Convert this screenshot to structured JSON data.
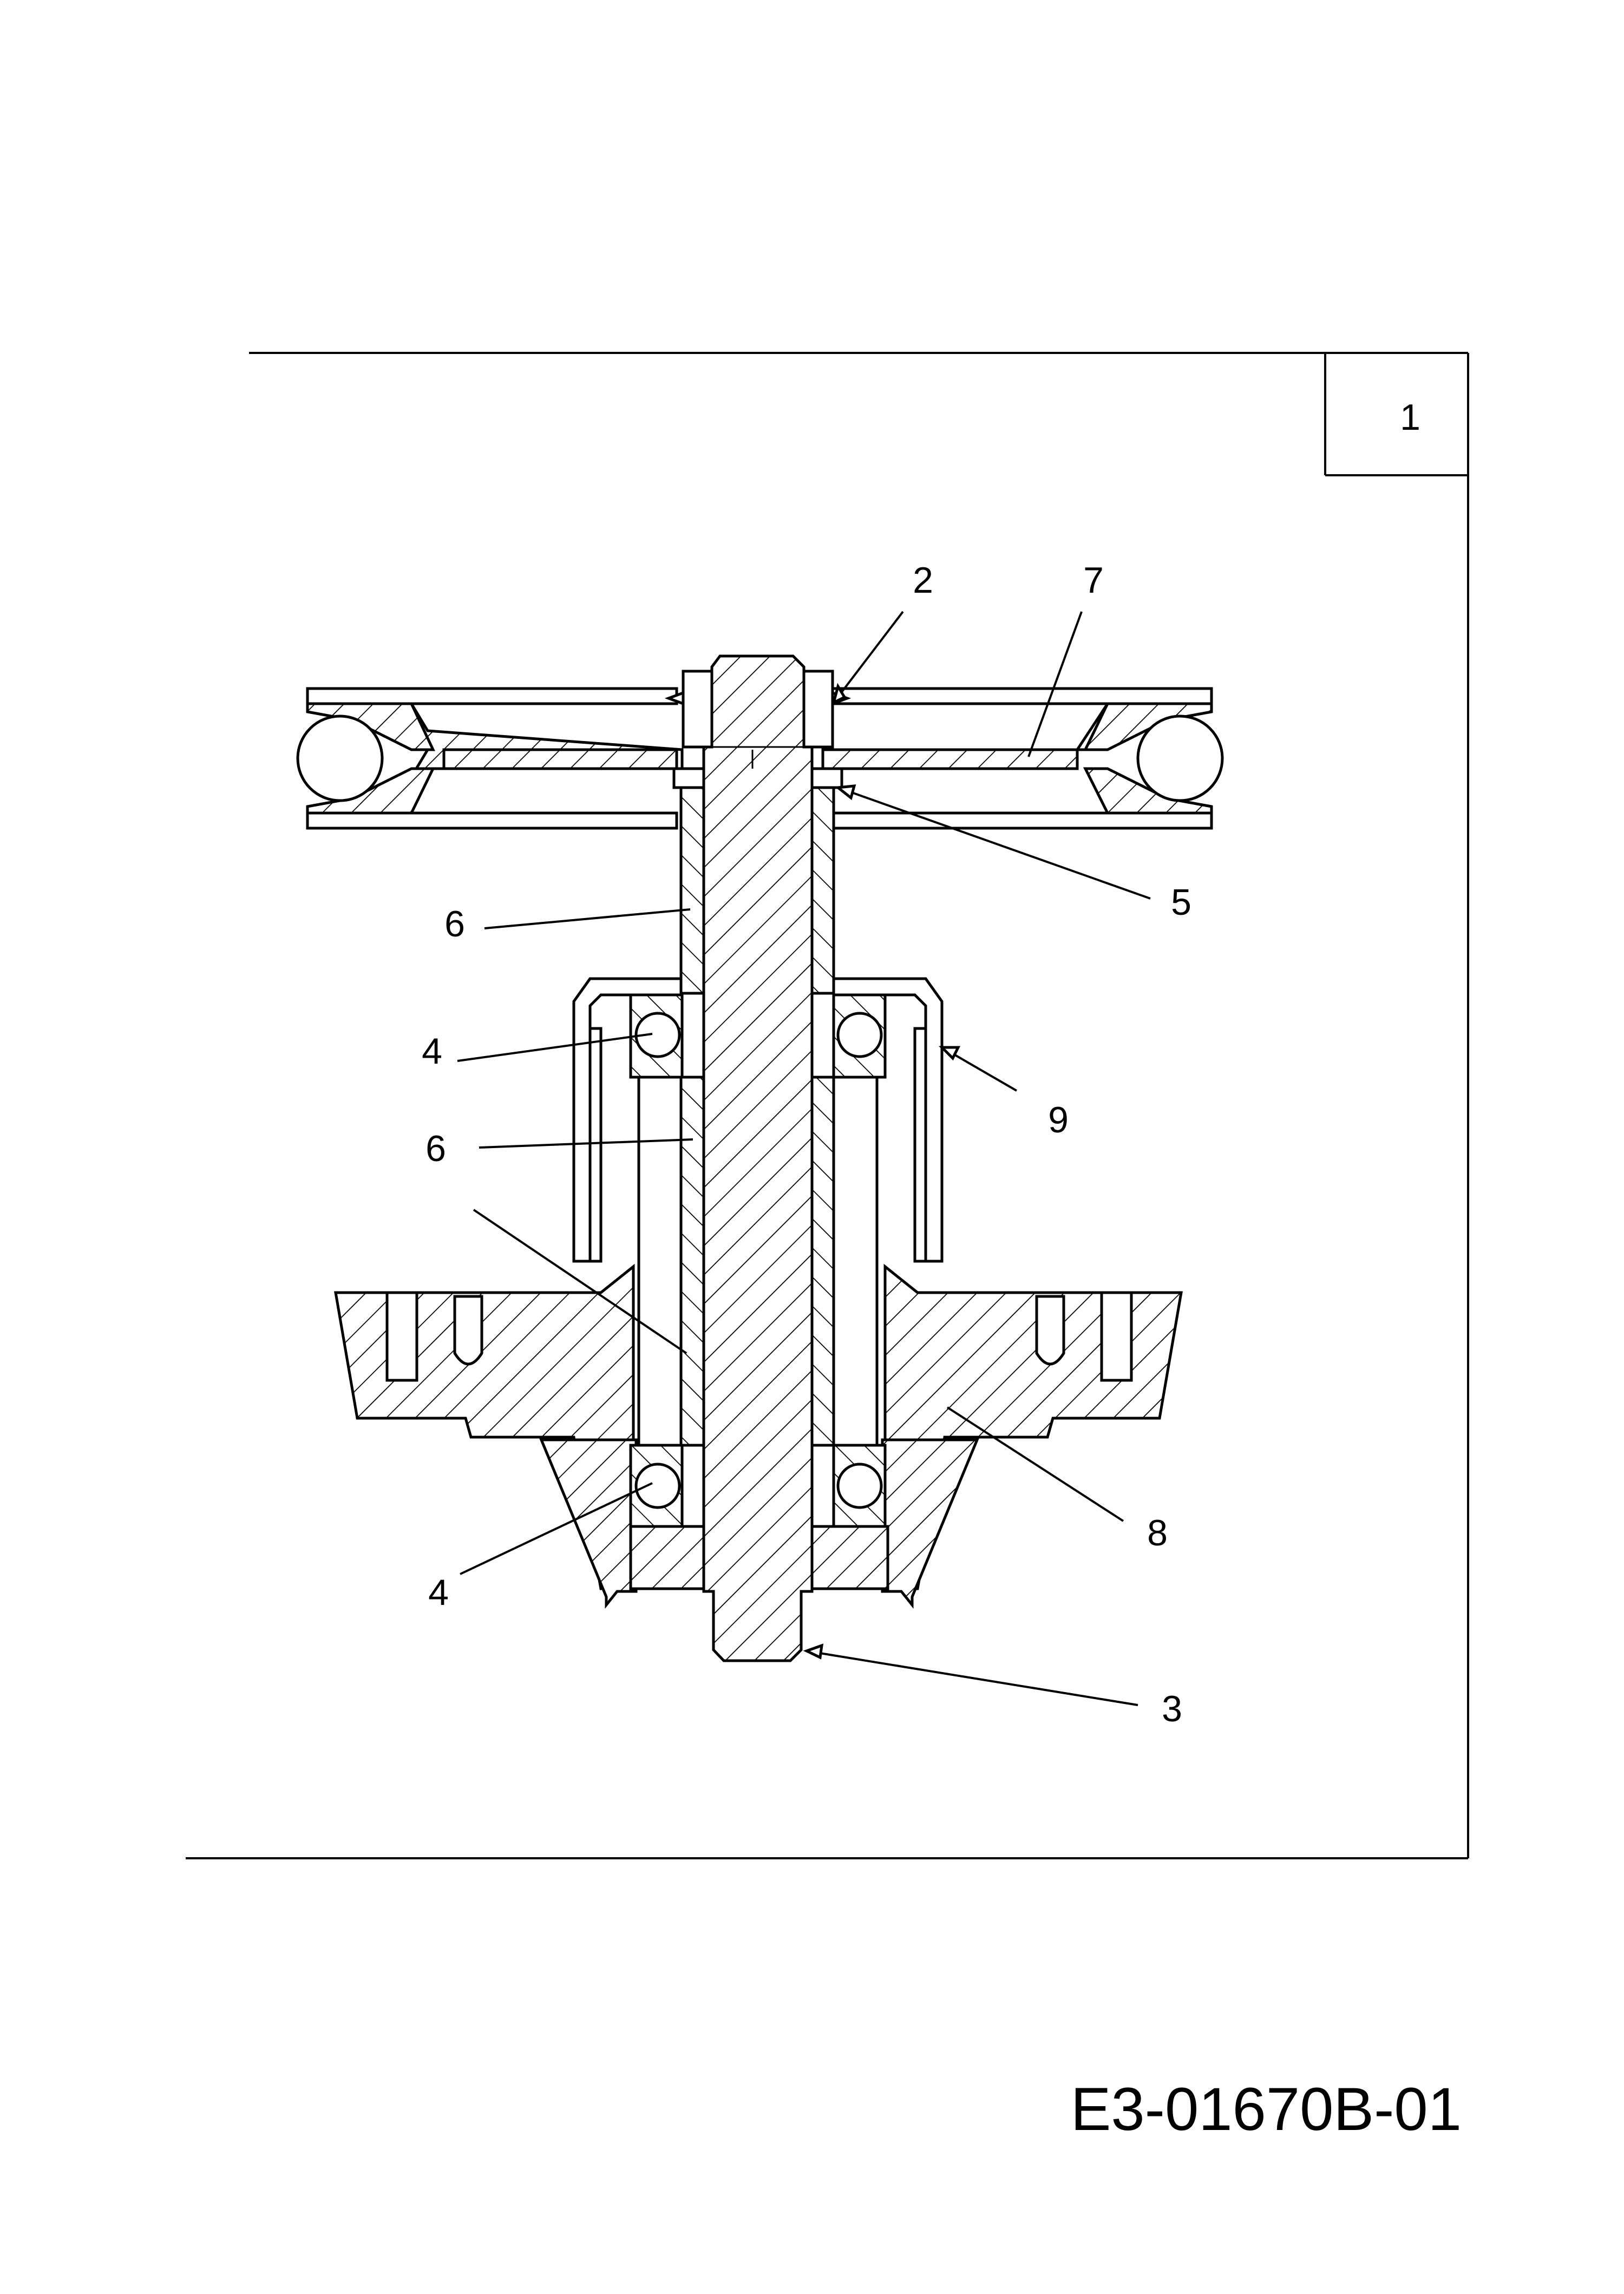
{
  "diagram": {
    "frame_label": "1",
    "drawing_code": "E3-01670B-01",
    "callouts": [
      {
        "id": "2",
        "text": "2"
      },
      {
        "id": "7",
        "text": "7"
      },
      {
        "id": "5",
        "text": "5"
      },
      {
        "id": "6a",
        "text": "6"
      },
      {
        "id": "4a",
        "text": "4"
      },
      {
        "id": "9",
        "text": "9"
      },
      {
        "id": "6b",
        "text": "6"
      },
      {
        "id": "8",
        "text": "8"
      },
      {
        "id": "4b",
        "text": "4"
      },
      {
        "id": "3",
        "text": "3"
      }
    ]
  }
}
